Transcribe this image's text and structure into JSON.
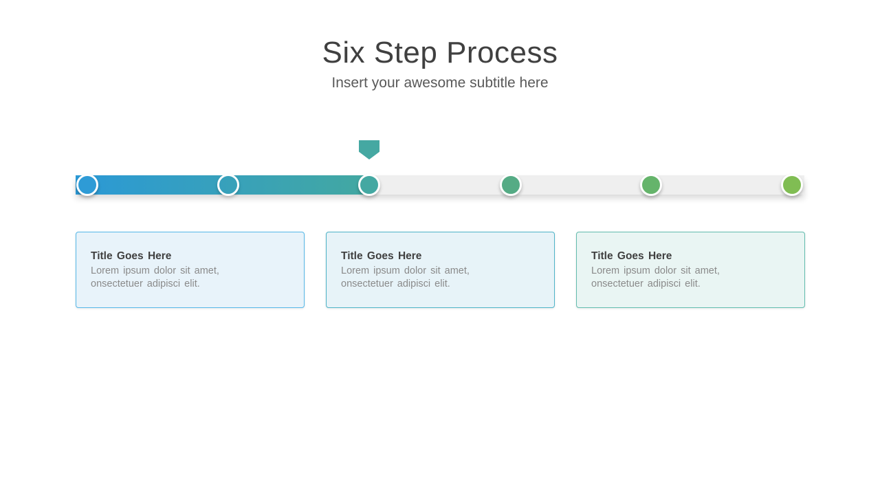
{
  "slide": {
    "title": "Six Step Process",
    "subtitle": "Insert your awesome subtitle here"
  },
  "timeline": {
    "track_color": "#efefef",
    "progress_start_color": "#2b99d6",
    "progress_end_color": "#43a8a1",
    "current_step": 3,
    "total_steps": 6,
    "marker": {
      "name": "current-step-marker",
      "color": "#45a8a2"
    },
    "steps": [
      {
        "index": 1,
        "color": "#2e9bd6",
        "style": "filled"
      },
      {
        "index": 2,
        "color": "transparent",
        "style": "outline"
      },
      {
        "index": 3,
        "color": "#44a8a2",
        "style": "filled"
      },
      {
        "index": 4,
        "color": "#55ab85",
        "style": "filled"
      },
      {
        "index": 5,
        "color": "#65b46b",
        "style": "filled"
      },
      {
        "index": 6,
        "color": "#80bd53",
        "style": "filled"
      }
    ]
  },
  "cards": [
    {
      "title": "Title Goes Here",
      "body_lines": [
        "Lorem ipsum dolor sit amet,",
        "onsectetuer adipisci elit."
      ],
      "border_color": "#55b8e9",
      "background": "#e8f3fa"
    },
    {
      "title": "Title Goes Here",
      "body_lines": [
        "Lorem ipsum dolor sit amet,",
        "onsectetuer adipisci elit."
      ],
      "border_color": "#4eb4c8",
      "background": "#e7f3f8"
    },
    {
      "title": "Title Goes Here",
      "body_lines": [
        "Lorem ipsum dolor sit amet,",
        "onsectetuer adipisci elit."
      ],
      "border_color": "#62bcae",
      "background": "#e9f5f3"
    }
  ]
}
